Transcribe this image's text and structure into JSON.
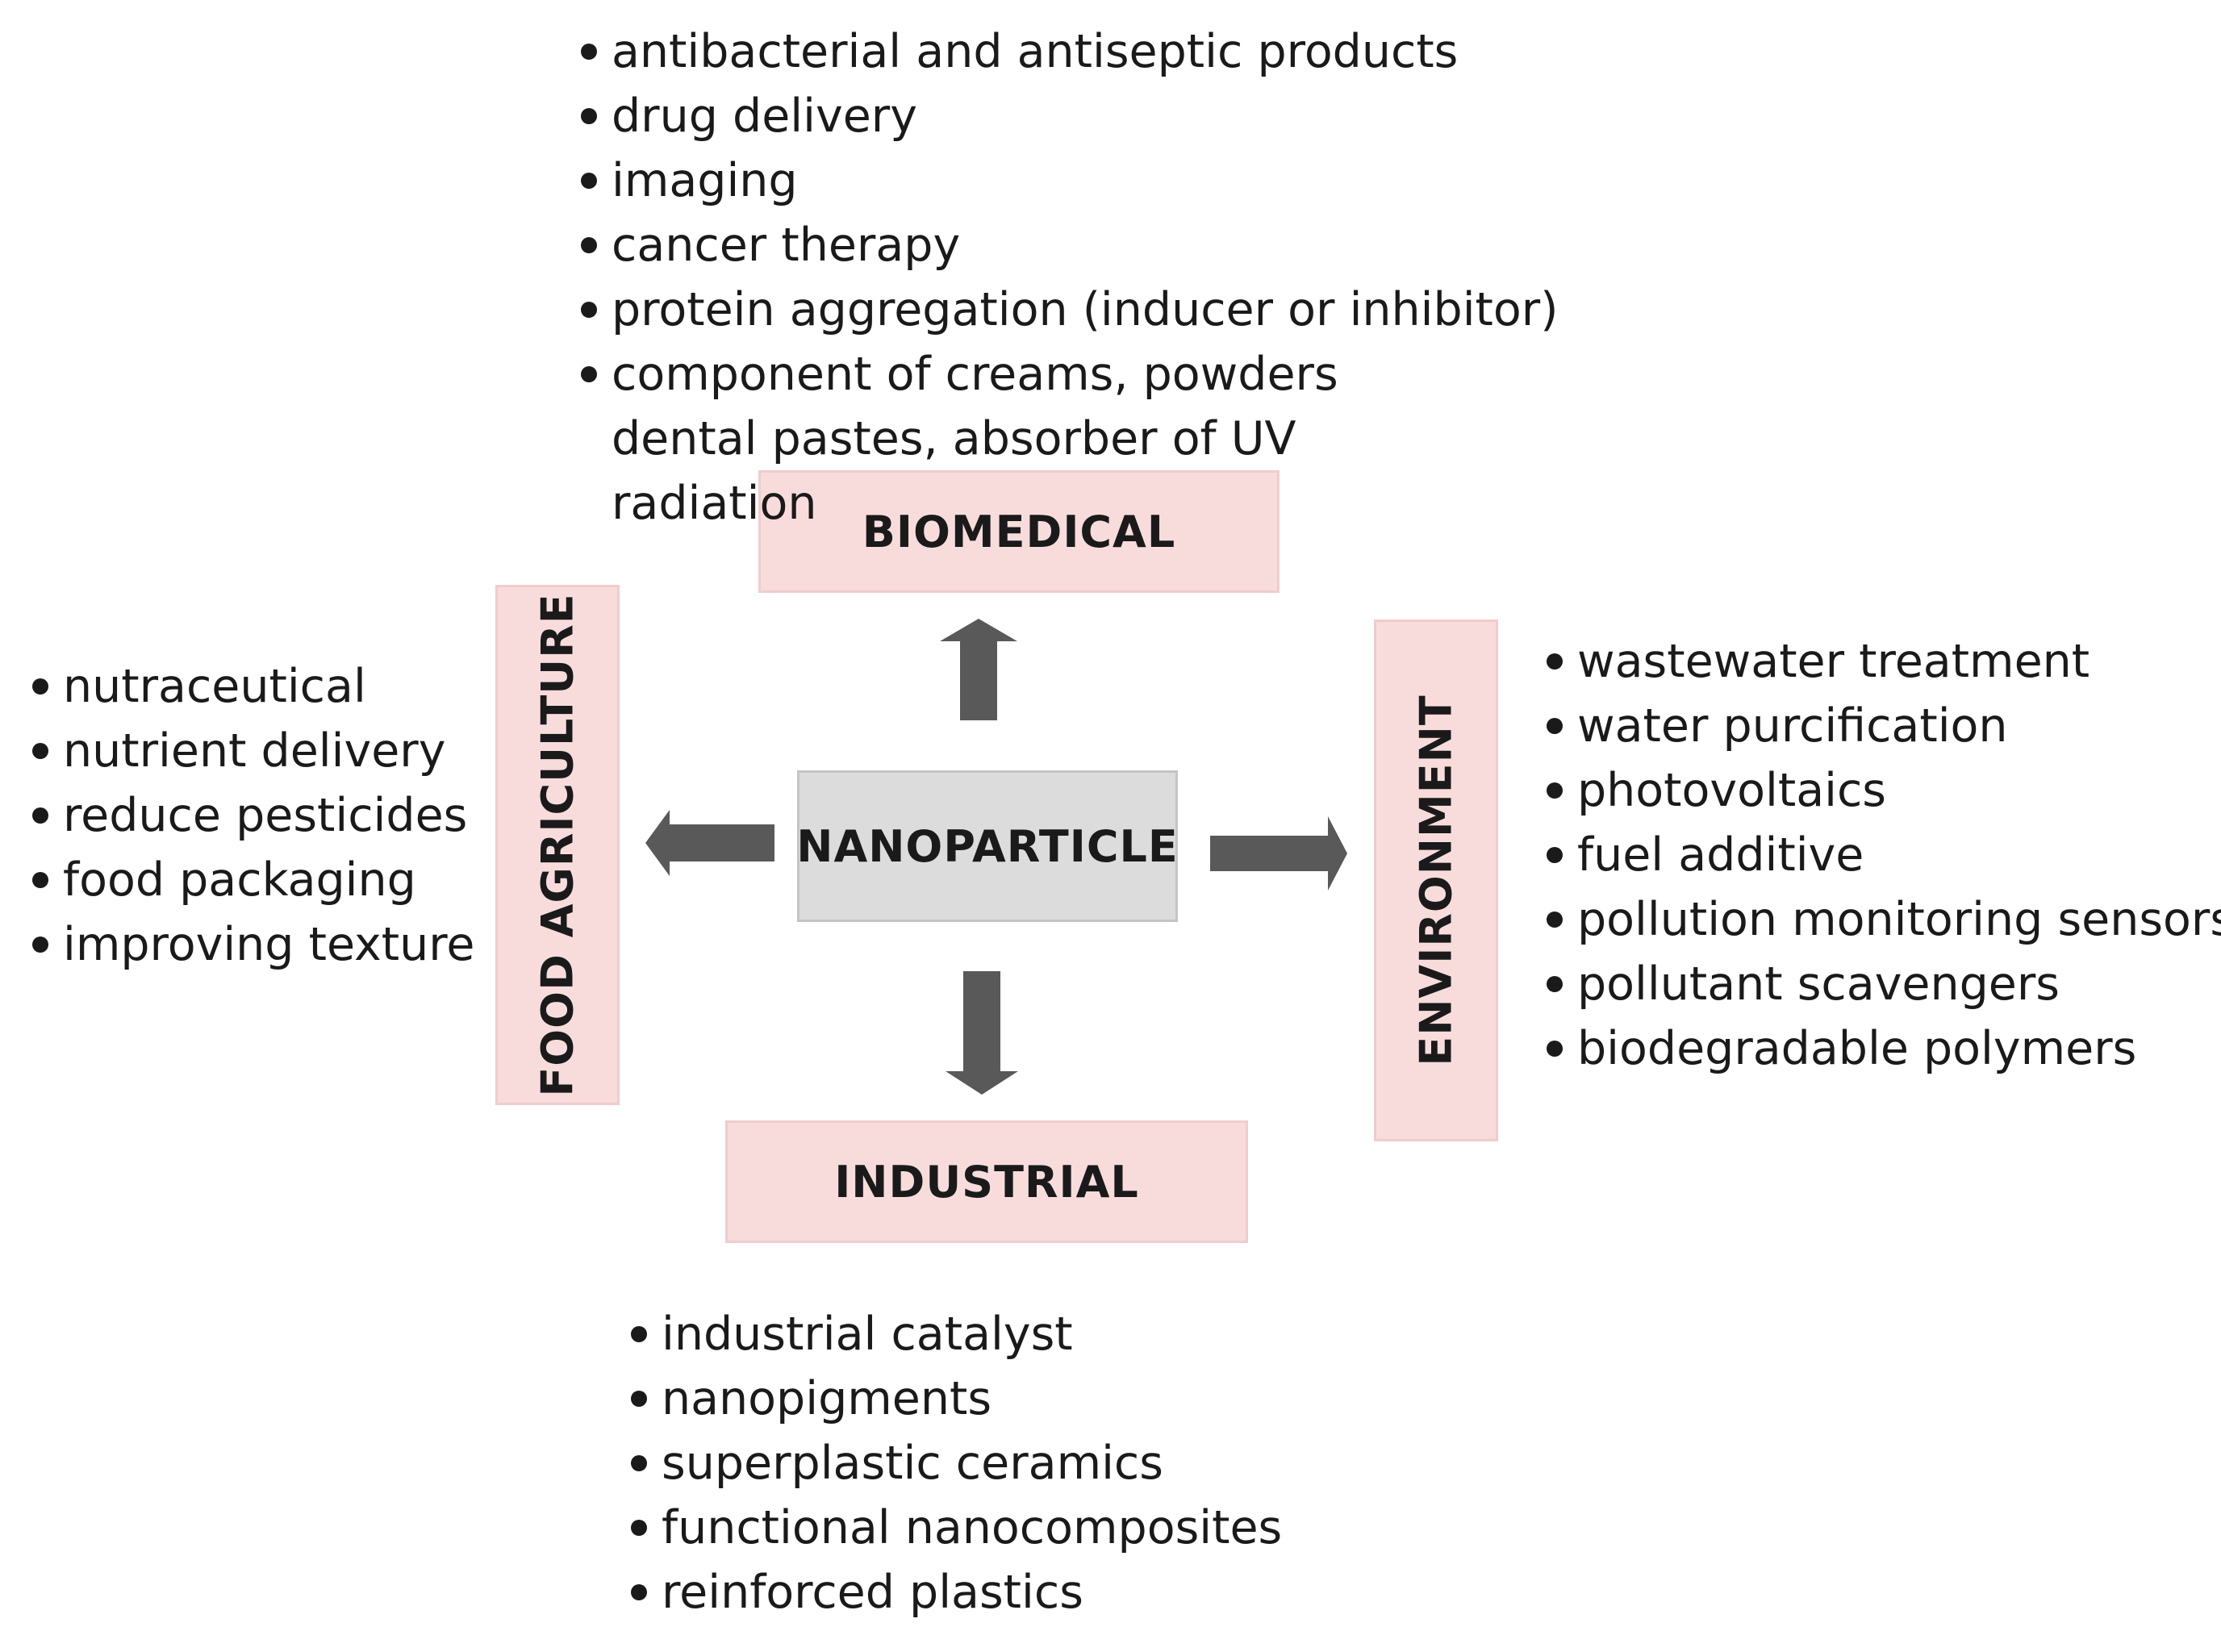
{
  "center": {
    "label": "NANOPARTICLE"
  },
  "categories": {
    "biomedical": {
      "label": "BIOMEDICAL",
      "items": [
        "antibacterial  and antiseptic products",
        "drug delivery",
        "imaging",
        "cancer therapy",
        "protein aggregation (inducer or inhibitor)",
        "component of creams, powders dental pastes, absorber of UV radiation"
      ]
    },
    "food_agriculture": {
      "label": "FOOD AGRICULTURE",
      "items": [
        "nutraceutical",
        "nutrient delivery",
        "reduce pesticides",
        "food packaging",
        "improving texture"
      ]
    },
    "environment": {
      "label": "ENVIRONMENT",
      "items": [
        "wastewater treatment",
        "water purcification",
        "photovoltaics",
        "fuel additive",
        "pollution monitoring sensors",
        "pollutant scavengers",
        "biodegradable polymers"
      ]
    },
    "industrial": {
      "label": "INDUSTRIAL",
      "items": [
        "industrial catalyst",
        "nanopigments",
        "superplastic ceramics",
        "functional nanocomposites",
        "reinforced plastics"
      ]
    }
  },
  "colors": {
    "category_fill": "#f8dcdc",
    "center_fill": "#dcdcdc",
    "arrow": "#595959"
  }
}
